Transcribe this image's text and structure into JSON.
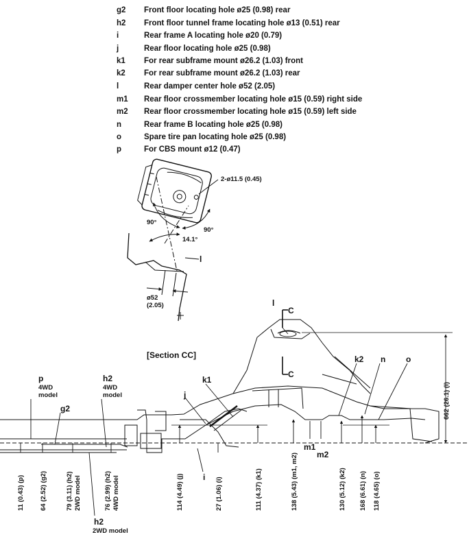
{
  "legend": [
    {
      "code": "g2",
      "text": "Front floor locating hole ø25 (0.98) rear"
    },
    {
      "code": "h2",
      "text": "Front floor tunnel frame locating hole ø13 (0.51) rear"
    },
    {
      "code": "i",
      "text": "Rear frame A locating hole ø20 (0.79)"
    },
    {
      "code": "j",
      "text": "Rear floor locating hole ø25 (0.98)"
    },
    {
      "code": "k1",
      "text": "For rear subframe mount ø26.2 (1.03) front"
    },
    {
      "code": "k2",
      "text": "For rear subframe mount ø26.2 (1.03) rear"
    },
    {
      "code": "l",
      "text": "Rear damper center hole ø52 (2.05)"
    },
    {
      "code": "m1",
      "text": "Rear floor crossmember locating hole ø15 (0.59) right side"
    },
    {
      "code": "m2",
      "text": "Rear floor crossmember locating hole ø15 (0.59) left side"
    },
    {
      "code": "n",
      "text": "Rear frame B locating hole ø25 (0.98)"
    },
    {
      "code": "o",
      "text": "Spare tire pan locating hole ø25 (0.98)"
    },
    {
      "code": "p",
      "text": "For CBS mount ø12 (0.47)"
    }
  ],
  "detail": {
    "hole_label": "2-ø11.5 (0.45)",
    "angle_left": "90°",
    "angle_right": "90°",
    "angle_tilt": "14.1°",
    "point_l": "l",
    "dia_line1": "ø52",
    "dia_line2": "(2.05)",
    "section_title": "[Section CC]"
  },
  "main": {
    "section_mark_top": "C",
    "section_mark_bottom": "C",
    "point_l": "l",
    "labels": {
      "p": "p",
      "p_sub1": "4WD",
      "p_sub2": "model",
      "g2": "g2",
      "h2_top": "h2",
      "h2_top_sub1": "4WD",
      "h2_top_sub2": "model",
      "h2_bottom": "h2",
      "h2_bottom_sub": "2WD model",
      "j": "j",
      "k1": "k1",
      "i": "i",
      "k2": "k2",
      "n": "n",
      "o": "o",
      "m1": "m1",
      "m2": "m2"
    },
    "dims": [
      {
        "id": "p",
        "text": "11 (0.43) (p)"
      },
      {
        "id": "g2",
        "text": "64 (2.52) (g2)"
      },
      {
        "id": "h2-2wd",
        "text": "79 (3.11) (h2)",
        "sub": "2WD model"
      },
      {
        "id": "h2-4wd",
        "text": "76 (2.99) (h2)",
        "sub": "4WD model"
      },
      {
        "id": "j",
        "text": "114 (4.49) (j)"
      },
      {
        "id": "i",
        "text": "27 (1.06) (i)"
      },
      {
        "id": "k1",
        "text": "111 (4.37) (k1)"
      },
      {
        "id": "m",
        "text": "138 (5.43) (m1, m2)"
      },
      {
        "id": "k2",
        "text": "130 (5.12) (k2)"
      },
      {
        "id": "n",
        "text": "168 (6.61) (n)"
      },
      {
        "id": "o",
        "text": "118 (4.65) (o)"
      },
      {
        "id": "l",
        "text": "662 (26.1) (l)"
      }
    ]
  }
}
